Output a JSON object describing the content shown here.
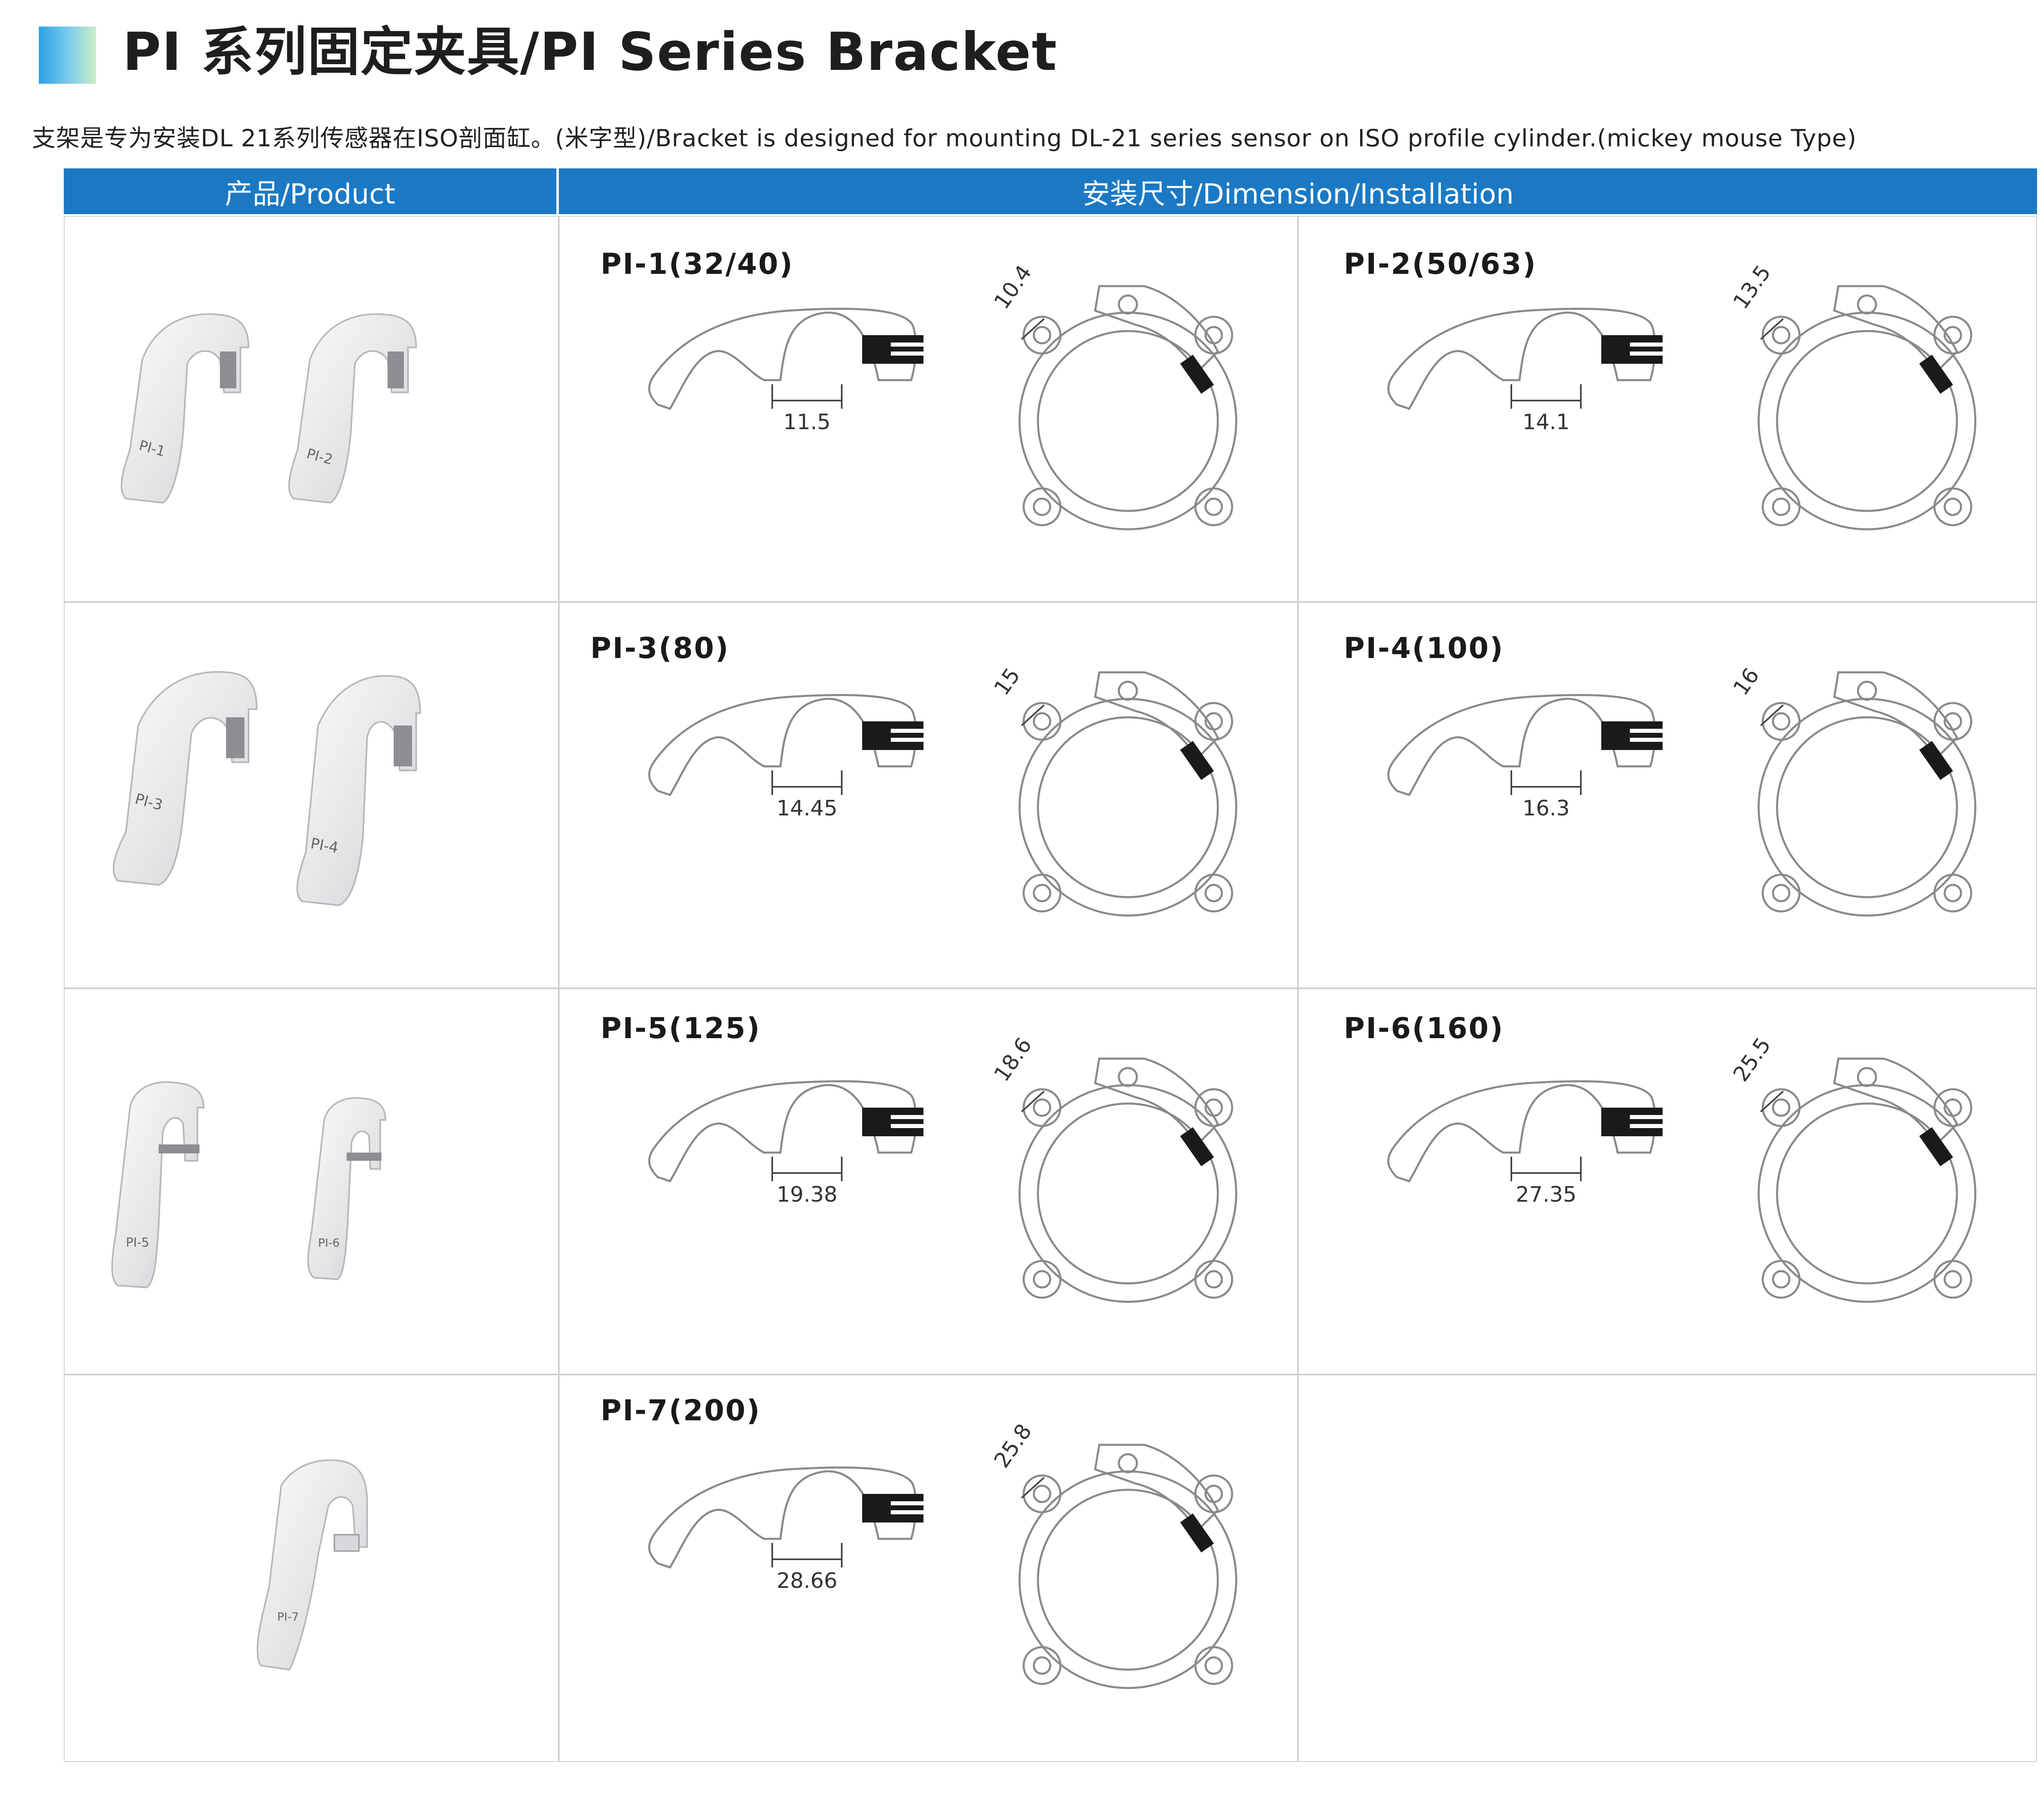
{
  "header": {
    "title": "PI 系列固定夹具/PI Series Bracket",
    "subtitle": "支架是专为安装DL 21系列传感器在ISO剖面缸。(米字型)/Bracket is designed for mounting DL-21 series sensor on ISO profile cylinder.(mickey mouse Type)",
    "accent_colors": [
      "#2aa0e8",
      "#cdeec4"
    ]
  },
  "table": {
    "header_color": "#1b79c4",
    "col_product": "产品/Product",
    "col_dimension": "安装尺寸/Dimension/Installation"
  },
  "rows": [
    {
      "photos": [
        {
          "label": "PI-1"
        },
        {
          "label": "PI-2"
        }
      ]
    },
    {
      "photos": [
        {
          "label": "PI-3"
        },
        {
          "label": "PI-4"
        }
      ]
    },
    {
      "photos": [
        {
          "label": "PI-5"
        },
        {
          "label": "PI-6"
        }
      ]
    },
    {
      "photos": [
        {
          "label": "PI-7"
        }
      ]
    }
  ],
  "models": [
    {
      "name": "PI-1(32/40)",
      "clip_dim": "11.5",
      "ring_dim": "10.4"
    },
    {
      "name": "PI-2(50/63)",
      "clip_dim": "14.1",
      "ring_dim": "13.5"
    },
    {
      "name": "PI-3(80)",
      "clip_dim": "14.45",
      "ring_dim": "15"
    },
    {
      "name": "PI-4(100)",
      "clip_dim": "16.3",
      "ring_dim": "16"
    },
    {
      "name": "PI-5(125)",
      "clip_dim": "19.38",
      "ring_dim": "18.6"
    },
    {
      "name": "PI-6(160)",
      "clip_dim": "27.35",
      "ring_dim": "25.5"
    },
    {
      "name": "PI-7(200)",
      "clip_dim": "28.66",
      "ring_dim": "25.8"
    }
  ]
}
